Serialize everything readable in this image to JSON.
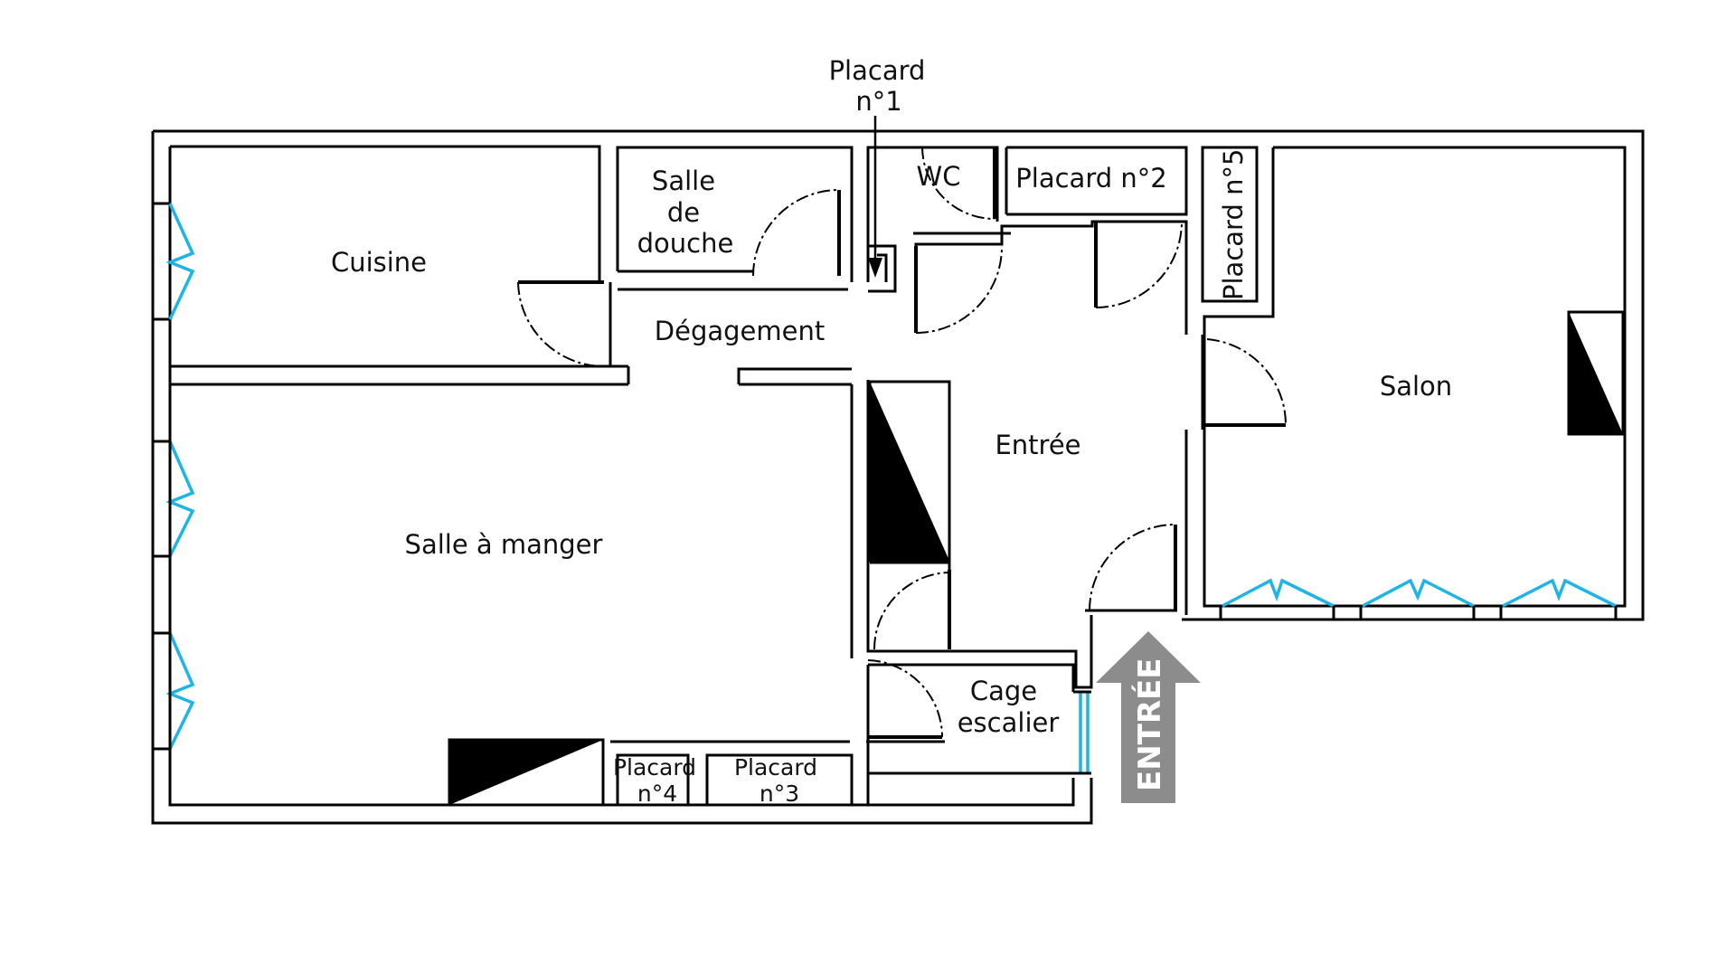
{
  "rooms": {
    "cuisine": "Cuisine",
    "salle_de_douche": [
      "Salle",
      "de",
      "douche"
    ],
    "wc": "WC",
    "placard_2": "Placard n°2",
    "placard_5": "Placard n°5",
    "degagement": "Dégagement",
    "entree": "Entrée",
    "salon": "Salon",
    "salle_a_manger": "Salle à manger",
    "cage_escalier": [
      "Cage",
      "escalier"
    ],
    "placard_4": [
      "Placard",
      "n°4"
    ],
    "placard_3": [
      "Placard",
      "n°3"
    ]
  },
  "callout": {
    "placard_1": [
      "Placard",
      "n°1"
    ]
  },
  "entrance_arrow": {
    "label": "ENTRÉE",
    "color": "#8c8c8c"
  },
  "colors": {
    "walls": "#000000",
    "windows": "#1fb4e6",
    "background": "#ffffff"
  }
}
